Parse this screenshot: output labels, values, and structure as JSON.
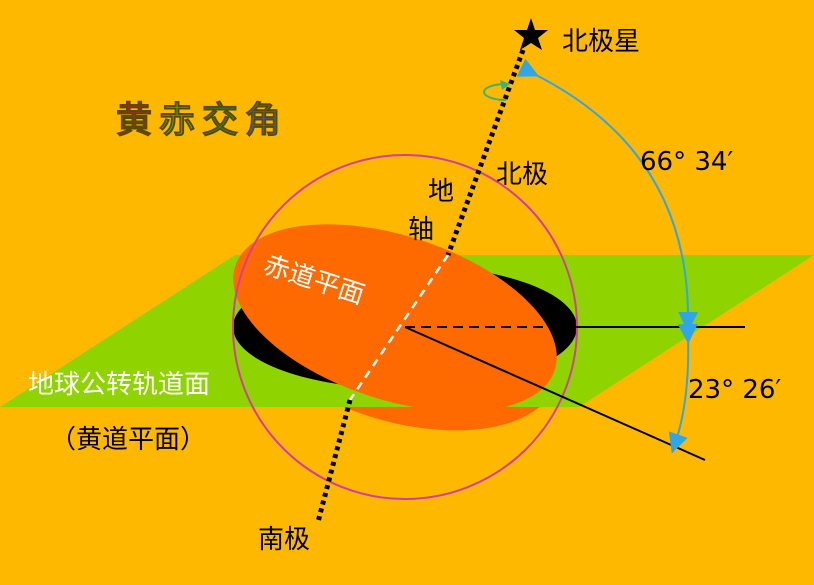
{
  "title": {
    "chars": [
      "黄",
      "赤",
      "交",
      "角"
    ],
    "colors": [
      "#B22222",
      "#3CB371",
      "#2E8B57",
      "#4169E1"
    ]
  },
  "labels": {
    "polaris": "北极星",
    "north_pole": "北极",
    "axis": "地轴",
    "equator_plane": "赤道平面",
    "orbit_plane": "地球公转轨道面",
    "ecliptic_plane": "（黄道平面）",
    "south_pole": "南极",
    "angle_axis": "66°  34′",
    "angle_obliquity": "23°  26′"
  },
  "colors": {
    "background": "#FFB800",
    "orbit_plane": "#8FD400",
    "equator_plane": "#FF6A00",
    "sphere_outline": "#D63CA0",
    "angle_arc": "#2EA6E8",
    "axis": "#000000",
    "shadow": "#000000"
  },
  "icons": {
    "star": "star-icon",
    "rotation": "rotation-arrow-icon"
  }
}
